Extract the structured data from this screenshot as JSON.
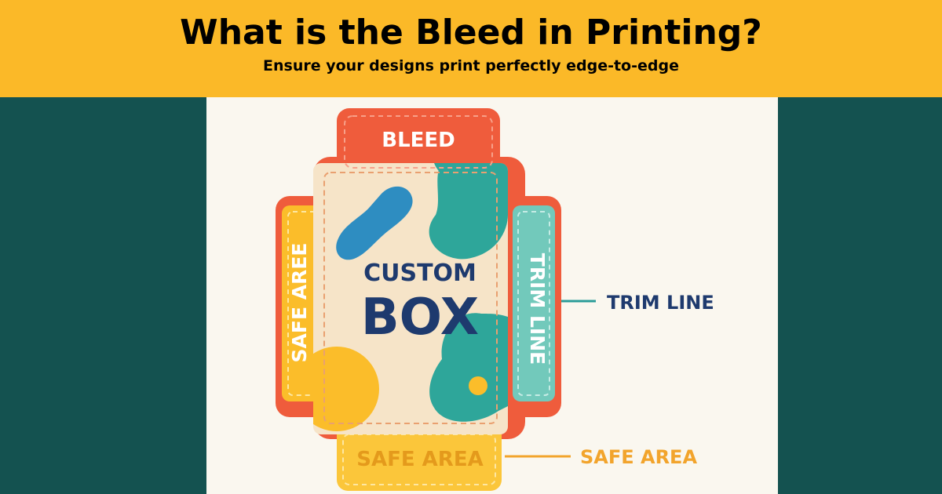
{
  "header": {
    "title": "What is the Bleed in Printing?",
    "subtitle": "Ensure your designs print perfectly edge-to-edge"
  },
  "diagram": {
    "bleed_label": "BLEED",
    "safe_area_side_label": "SAFE AREE",
    "trim_side_label": "TRIM LINE",
    "box_line1": "CUSTOM",
    "box_line2": "BOX",
    "safe_area_bottom_label": "SAFE AREA",
    "callout_trim": "TRIM LINE",
    "callout_safe": "SAFE AREA"
  },
  "colors": {
    "header_bg": "#fbb928",
    "page_bg": "#145250",
    "panel_bg": "#faf7ef",
    "bleed_red": "#ef5c3c",
    "safe_yellow": "#fbbd2a",
    "trim_teal": "#72c9bb",
    "teal_blob": "#2ea69a",
    "blue_blob": "#2e8dc1",
    "navy_text": "#1e3a6e",
    "callout_teal": "#2a9c98",
    "callout_orange": "#f2a42c"
  }
}
